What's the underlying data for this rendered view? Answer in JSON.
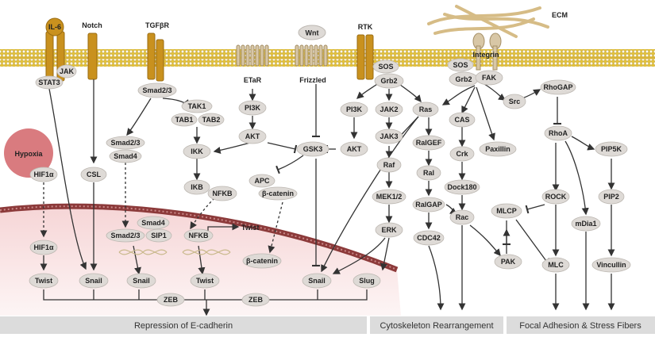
{
  "colors": {
    "node": "#dedad6",
    "node_stroke": "#bdb8b2",
    "receptor": "#c9911e",
    "receptor_dark": "#9a6c12",
    "membrane": "#e2c23a",
    "footer": "#dcdcdc",
    "hypoxia": "#d97b7f",
    "nucleus": "#f7dfe0",
    "ecm": "#d6bc86"
  },
  "receptors": {
    "il6": "IL-6",
    "notch": "Notch",
    "tgfbr": "TGFβR",
    "etar": "ETaR",
    "frizzled": "Frizzled",
    "wnt": "Wnt",
    "rtk": "RTK",
    "ecm": "ECM",
    "integrin": "Integrin",
    "twist_gene": "Twist"
  },
  "nodes": {
    "jak_a": "JAK",
    "stat3": "STAT3",
    "hypoxia": "Hypoxia",
    "hif1a_a": "HIF1α",
    "hif1a_b": "HIF1α",
    "twist_a": "Twist",
    "csl": "CSL",
    "snail_a": "Snail",
    "smad23_a": "Smad2/3",
    "smad23_b": "Smad2/3",
    "smad4_a": "Smad4",
    "tak1": "TAK1",
    "tab1": "TAB1",
    "tab2": "TAB2",
    "ikk": "IKK",
    "ikb": "IKB",
    "nfkb_a": "NFKB",
    "smad4_b": "Smad4",
    "smad23_c": "Smad2/3",
    "sip1": "SIP1",
    "snail_b": "Snail",
    "nfkb_b": "NFKB",
    "twist_b": "Twist",
    "zeb_a": "ZEB",
    "pi3k_a": "PI3K",
    "akt_a": "AKT",
    "apc": "APC",
    "bcatenin_a": "β-catenin",
    "bcatenin_b": "β-catenin",
    "zeb_b": "ZEB",
    "gsk3": "GSK3",
    "snail_c": "Snail",
    "sos_a": "SOS",
    "grb2_a": "Grb2",
    "pi3k_b": "PI3K",
    "akt_b": "AKT",
    "jak2": "JAK2",
    "jak3": "JAK3",
    "raf": "Raf",
    "mek12": "MEK1/2",
    "erk": "ERK",
    "slug": "Slug",
    "ras": "Ras",
    "ralgef": "RalGEF",
    "ral": "Ral",
    "ralgap": "RalGAP",
    "cdc42": "CDC42",
    "sos_b": "SOS",
    "grb2_b": "Grb2",
    "fak": "FAK",
    "cas": "CAS",
    "crk": "Crk",
    "dock180": "Dock180",
    "rac": "Rac",
    "pak": "PAK",
    "paxillin": "Paxillin",
    "src": "Src",
    "rhogap": "RhoGAP",
    "rhoa": "RhoA",
    "pip5k": "PIP5K",
    "pip2": "PIP2",
    "rock": "ROCK",
    "mlcp": "MLCP",
    "mdia1": "mDia1",
    "mlc": "MLC",
    "vincullin": "Vincullin"
  },
  "footer": {
    "repression": "Repression of E-cadherin",
    "cytoskeleton": "Cytoskeleton Rearrangement",
    "focal": "Focal Adhesion & Stress Fibers"
  }
}
